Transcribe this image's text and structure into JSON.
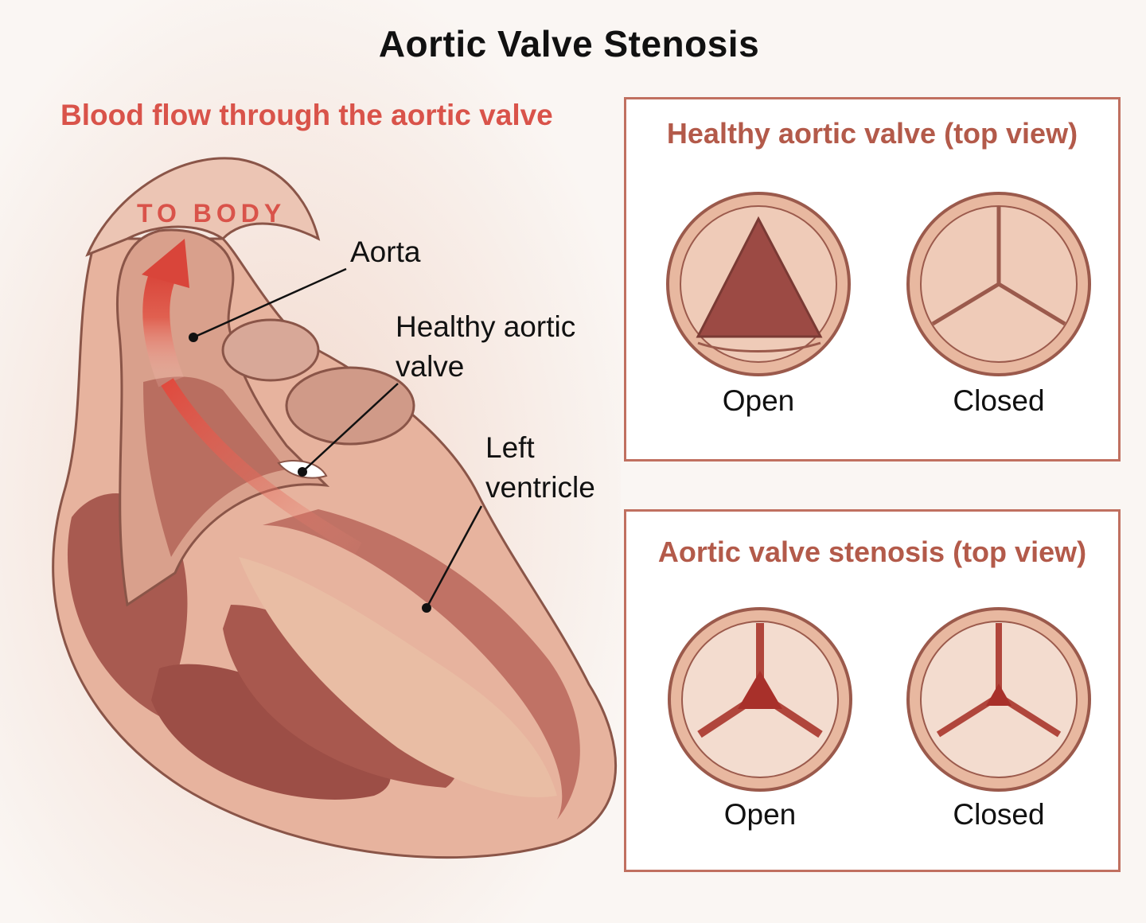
{
  "title": "Aortic Valve Stenosis",
  "subtitle": "Blood flow through the aortic valve",
  "arrow_label": "TO BODY",
  "labels": {
    "aorta": "Aorta",
    "healthy_valve_line1": "Healthy aortic",
    "healthy_valve_line2": "valve",
    "left_ventricle_line1": "Left",
    "left_ventricle_line2": "ventricle"
  },
  "panels": {
    "healthy": {
      "title": "Healthy aortic valve (top view)",
      "open": "Open",
      "closed": "Closed"
    },
    "stenosis": {
      "title": "Aortic valve stenosis (top view)",
      "open": "Open",
      "closed": "Closed"
    }
  },
  "colors": {
    "accent_red": "#d9534a",
    "panel_border": "#c07060",
    "tissue": "#e8b8a0",
    "muscle": "#a85a50"
  }
}
